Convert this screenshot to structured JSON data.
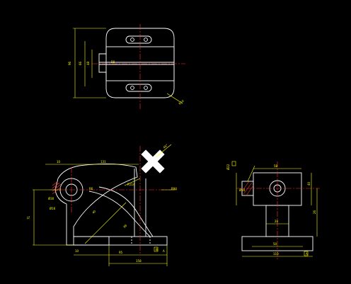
{
  "colors": {
    "background": "#000000",
    "geometry": "#ffffff",
    "dimension": "#ffff00",
    "centerline": "#ff3333",
    "hatch": "#ff3333"
  },
  "top_view": {
    "dim_overall_height": "96",
    "dim_inner_height": "66",
    "dim_slot_height": "48",
    "dim_top_width": "58",
    "dim_radius": "R10"
  },
  "front_view": {
    "dim_left_width": "10",
    "dim_top_span": "131",
    "dim_radius_large": "R114",
    "dim_radius_small": "R94",
    "dim_bore": "Ø30",
    "dim_bore2": "Ø16",
    "dim_height": "71",
    "dim_rib_a": "R6",
    "dim_rib_b": "40",
    "dim_rib_c": "66",
    "dim_base_offset": "10",
    "dim_base_total": "158",
    "dim_base_inner": "95",
    "dim_angle_a": "45°",
    "dim_angle_b": "A",
    "dim_section_mark": "B"
  },
  "side_view": {
    "dim_top_width": "58",
    "dim_boss": "Ø22",
    "dim_hole": "Ø10",
    "dim_height_a": "40",
    "dim_height_b": "26",
    "dim_base_width": "50",
    "dim_base_total": "110",
    "dim_web": "20",
    "dim_section_mark": "A"
  }
}
